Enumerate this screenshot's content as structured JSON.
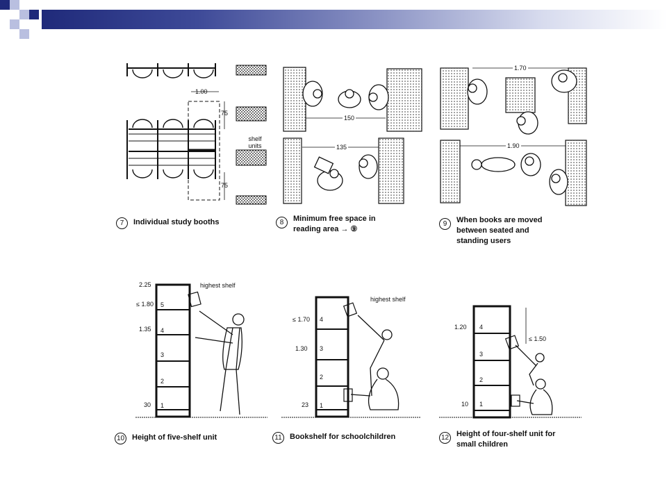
{
  "colors": {
    "bar_dark": "#1f2a7a",
    "bar_mid": "#8e96c6",
    "square_light": "#b9bfe0",
    "ink": "#111111"
  },
  "fig7": {
    "number": "7",
    "caption": "Individual study booths",
    "dim_width": "1.00",
    "dim_top": "75",
    "dim_bottom": "75",
    "shelf_label": "shelf units"
  },
  "fig8": {
    "number": "8",
    "caption_line1": "Minimum free space in",
    "caption_line2": "reading area → ⑨",
    "dim_upper": "150",
    "dim_lower": "135"
  },
  "fig9": {
    "number": "9",
    "caption_line1": "When books are moved",
    "caption_line2": "between seated and",
    "caption_line3": "standing users",
    "dim_upper": "1.70",
    "dim_lower": "1.90"
  },
  "fig10": {
    "number": "10",
    "caption": "Height of five-shelf unit",
    "note": "highest shelf",
    "top_height": "2.25",
    "heights": [
      "≤ 1.80",
      "1.35",
      "30"
    ],
    "shelves": [
      "5",
      "4",
      "3",
      "2",
      "1"
    ]
  },
  "fig11": {
    "number": "11",
    "caption": "Bookshelf for schoolchildren",
    "note": "highest shelf",
    "heights": [
      "≤ 1.70",
      "1.30",
      "23"
    ],
    "shelves": [
      "4",
      "3",
      "2",
      "1"
    ]
  },
  "fig12": {
    "number": "12",
    "caption_line1": "Height of four-shelf unit for",
    "caption_line2": "small children",
    "heights": [
      "1.20",
      "10"
    ],
    "reach": "≤ 1.50",
    "shelves": [
      "4",
      "3",
      "2",
      "1"
    ]
  }
}
